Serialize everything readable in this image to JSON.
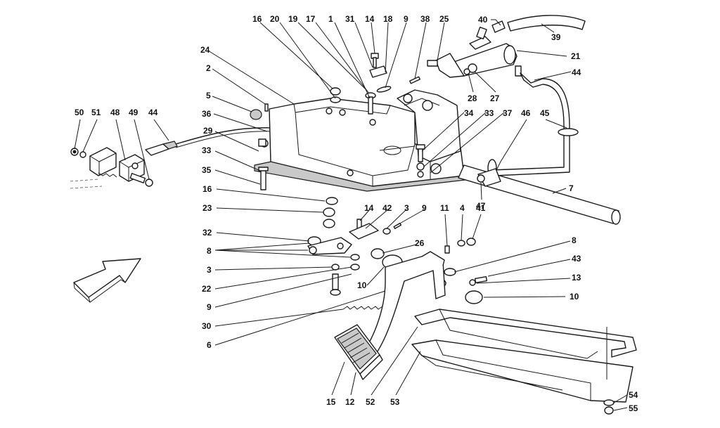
{
  "labels": {
    "l16a": "16",
    "l20": "20",
    "l19": "19",
    "l17": "17",
    "l1": "1",
    "l31": "31",
    "l14a": "14",
    "l18": "18",
    "l9a": "9",
    "l38": "38",
    "l25": "25",
    "l40": "40",
    "l39": "39",
    "l21": "21",
    "l44a": "44",
    "l24": "24",
    "l2": "2",
    "l5": "5",
    "l36": "36",
    "l29": "29",
    "l33a": "33",
    "l35": "35",
    "l16b": "16",
    "l23": "23",
    "l32": "32",
    "l8a": "8",
    "l3a": "3",
    "l22": "22",
    "l9b": "9",
    "l30": "30",
    "l6": "6",
    "l50": "50",
    "l51": "51",
    "l48": "48",
    "l49": "49",
    "l44b": "44",
    "l28": "28",
    "l27": "27",
    "l34": "34",
    "l33b": "33",
    "l37": "37",
    "l46": "46",
    "l45": "45",
    "l7": "7",
    "l47": "47",
    "l14b": "14",
    "l42": "42",
    "l3b": "3",
    "l9c": "9",
    "l11": "11",
    "l4": "4",
    "l41": "41",
    "l26": "26",
    "l8b": "8",
    "l43": "43",
    "l13": "13",
    "l10a": "10",
    "l10b": "10",
    "l15": "15",
    "l12": "12",
    "l52": "52",
    "l53": "53",
    "l54": "54",
    "l55": "55"
  }
}
